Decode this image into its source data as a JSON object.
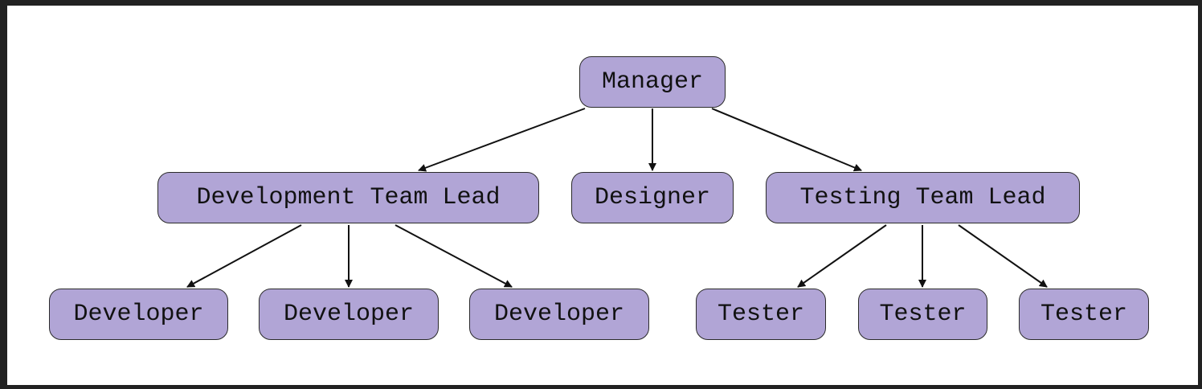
{
  "diagram": {
    "node_fill": "#b1a5d6",
    "node_border": "#2b2b2b",
    "edge_color": "#111111",
    "nodes": [
      {
        "id": "manager",
        "label": "Manager"
      },
      {
        "id": "dev-lead",
        "label": "Development Team Lead"
      },
      {
        "id": "designer",
        "label": "Designer"
      },
      {
        "id": "test-lead",
        "label": "Testing Team Lead"
      },
      {
        "id": "dev-1",
        "label": "Developer"
      },
      {
        "id": "dev-2",
        "label": "Developer"
      },
      {
        "id": "dev-3",
        "label": "Developer"
      },
      {
        "id": "tester-1",
        "label": "Tester"
      },
      {
        "id": "tester-2",
        "label": "Tester"
      },
      {
        "id": "tester-3",
        "label": "Tester"
      }
    ],
    "edges": [
      {
        "from": "manager",
        "to": "dev-lead"
      },
      {
        "from": "manager",
        "to": "designer"
      },
      {
        "from": "manager",
        "to": "test-lead"
      },
      {
        "from": "dev-lead",
        "to": "dev-1"
      },
      {
        "from": "dev-lead",
        "to": "dev-2"
      },
      {
        "from": "dev-lead",
        "to": "dev-3"
      },
      {
        "from": "test-lead",
        "to": "tester-1"
      },
      {
        "from": "test-lead",
        "to": "tester-2"
      },
      {
        "from": "test-lead",
        "to": "tester-3"
      }
    ]
  }
}
